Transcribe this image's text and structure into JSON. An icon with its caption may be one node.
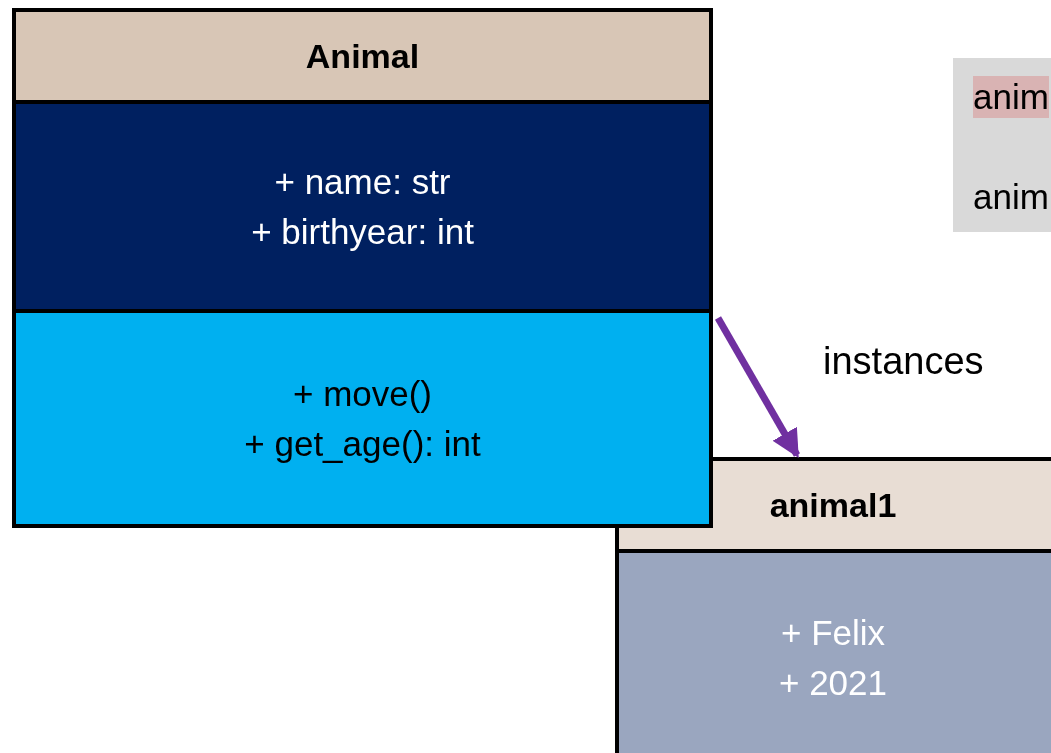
{
  "diagram": {
    "nodes": [
      {
        "text": [
          "Animal",
          "+ name: str + birthyear: int",
          "+ move() + get_age(): int"
        ]
      },
      {
        "text": [
          "animal1",
          "+ Felix + 2021"
        ]
      },
      {
        "text": [
          "anim",
          "anim"
        ]
      }
    ],
    "edges": [
      {
        "from": 0,
        "to": 1,
        "arrow": "to",
        "label": "instances",
        "color": "#7030a0"
      }
    ]
  }
}
